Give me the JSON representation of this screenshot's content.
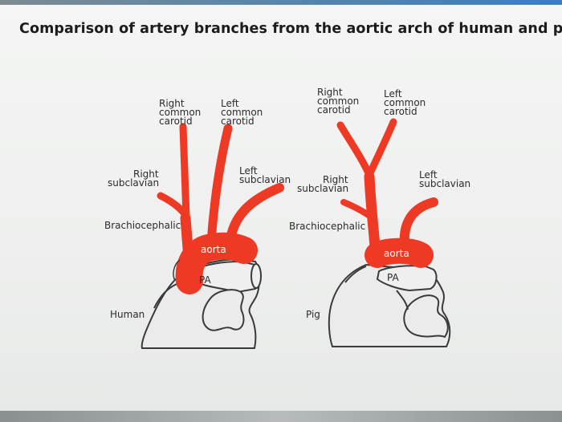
{
  "title": "Comparison of artery branches from the aortic arch of human and pig:",
  "colors": {
    "artery": "#ee3a24",
    "outline": "#3a3a3a",
    "heart_fill": "#ebebeb"
  },
  "human": {
    "right_common_carotid": [
      "Right",
      "common",
      "carotid"
    ],
    "left_common_carotid": [
      "Left",
      "common",
      "carotid"
    ],
    "right_subclavian": [
      "Right",
      "subclavian"
    ],
    "left_subclavian": [
      "Left",
      "subclavian"
    ],
    "brachiocephalic": "Brachiocephalic",
    "aorta": "aorta",
    "pa": "PA",
    "species": "Human"
  },
  "pig": {
    "right_common_carotid": [
      "Right",
      "common",
      "carotid"
    ],
    "left_common_carotid": [
      "Left",
      "common",
      "carotid"
    ],
    "right_subclavian": [
      "Right",
      "subclavian"
    ],
    "left_subclavian": [
      "Left",
      "subclavian"
    ],
    "brachiocephalic": "Brachiocephalic",
    "aorta": "aorta",
    "pa": "PA",
    "species": "Pig"
  }
}
